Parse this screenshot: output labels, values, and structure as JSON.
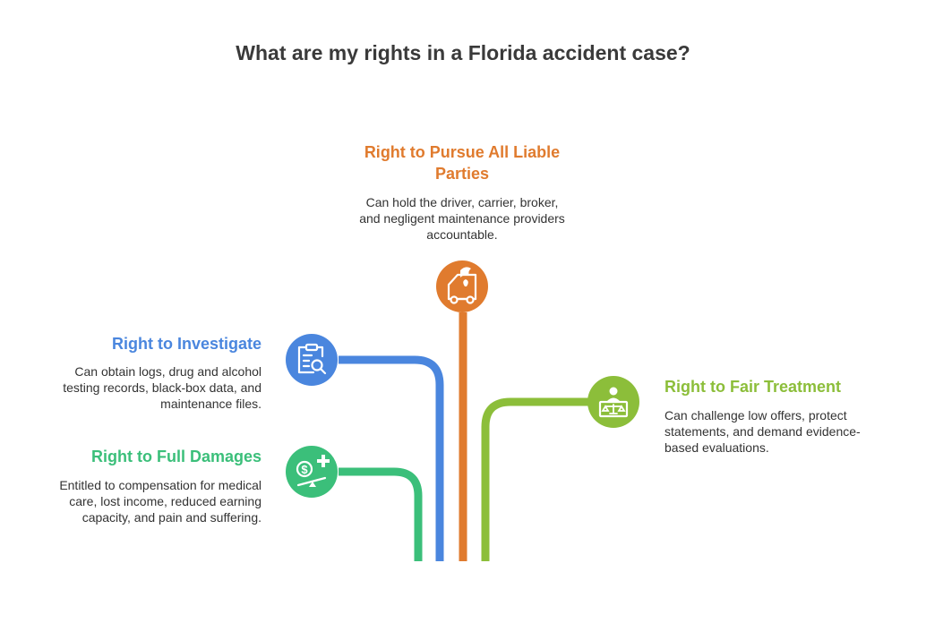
{
  "title": "What are my rights in a Florida accident case?",
  "colors": {
    "orange": "#E07B2E",
    "blue": "#4A86DE",
    "green_light": "#8CBE3A",
    "green_teal": "#3BBF7A",
    "text": "#333333",
    "title": "#3a3a3a"
  },
  "rights": [
    {
      "id": "pursue",
      "heading": "Right to Pursue All Liable Parties",
      "description": "Can hold the driver, carrier, broker, and negligent maintenance providers accountable.",
      "color": "#E07B2E",
      "icon": "truck-accident-icon"
    },
    {
      "id": "investigate",
      "heading": "Right to Investigate",
      "description": "Can obtain logs, drug and alcohol testing records, black-box data, and maintenance files.",
      "color": "#4A86DE",
      "icon": "clipboard-search-icon"
    },
    {
      "id": "fair",
      "heading": "Right to Fair Treatment",
      "description": "Can challenge low offers, protect statements, and demand evidence-based evaluations.",
      "color": "#8CBE3A",
      "icon": "judge-scales-icon"
    },
    {
      "id": "damages",
      "heading": "Right to Full Damages",
      "description": "Entitled to compensation for medical care, lost income, reduced earning capacity, and pain and suffering.",
      "color": "#3BBF7A",
      "icon": "money-medical-icon"
    }
  ]
}
